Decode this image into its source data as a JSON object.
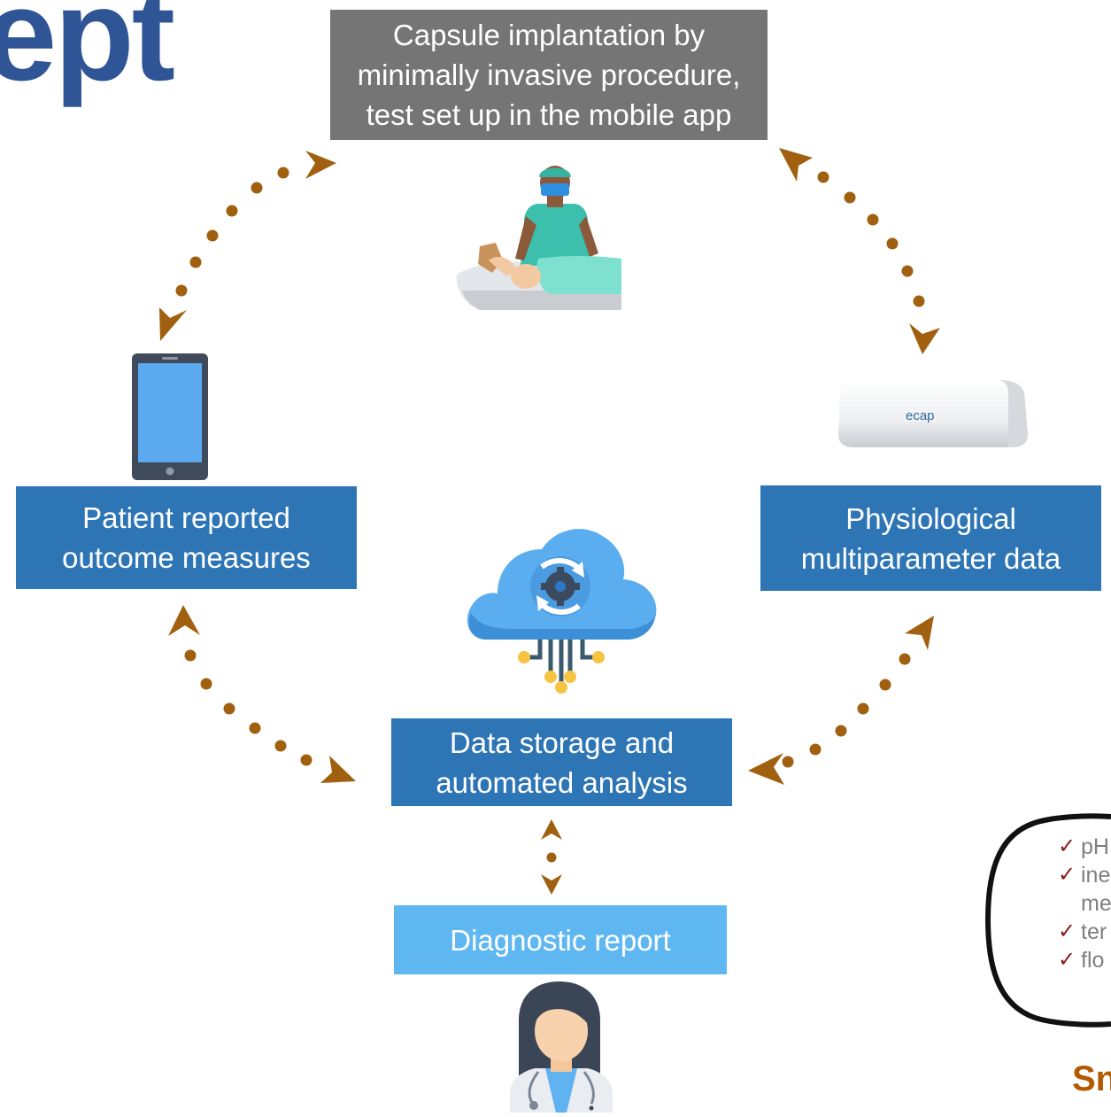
{
  "title_fragment": "ept",
  "nodes": {
    "implantation": "Capsule implantation by\nminimally invasive procedure,\ntest set up in the mobile app",
    "prom": "Patient reported\noutcome measures",
    "physiological": "Physiological\nmultiparameter data",
    "storage": "Data storage and\nautomated analysis",
    "report": "Diagnostic report"
  },
  "device_label": "ecap",
  "feature_list": [
    "pH",
    "ine",
    "me",
    "ter",
    "flo"
  ],
  "footer_fragment": "Sn",
  "icons": {
    "surgeon": "surgeon-with-patient-icon",
    "tablet": "tablet-icon",
    "capsule": "capsule-device-icon",
    "cloud": "cloud-computing-icon",
    "doctor": "doctor-icon",
    "check": "checkmark-icon"
  },
  "colors": {
    "title": "#2f5597",
    "box_gray": "#757575",
    "box_blue": "#2e75b6",
    "box_light": "#5fb7f2",
    "arrow": "#a0600f",
    "footer": "#b35a00"
  }
}
